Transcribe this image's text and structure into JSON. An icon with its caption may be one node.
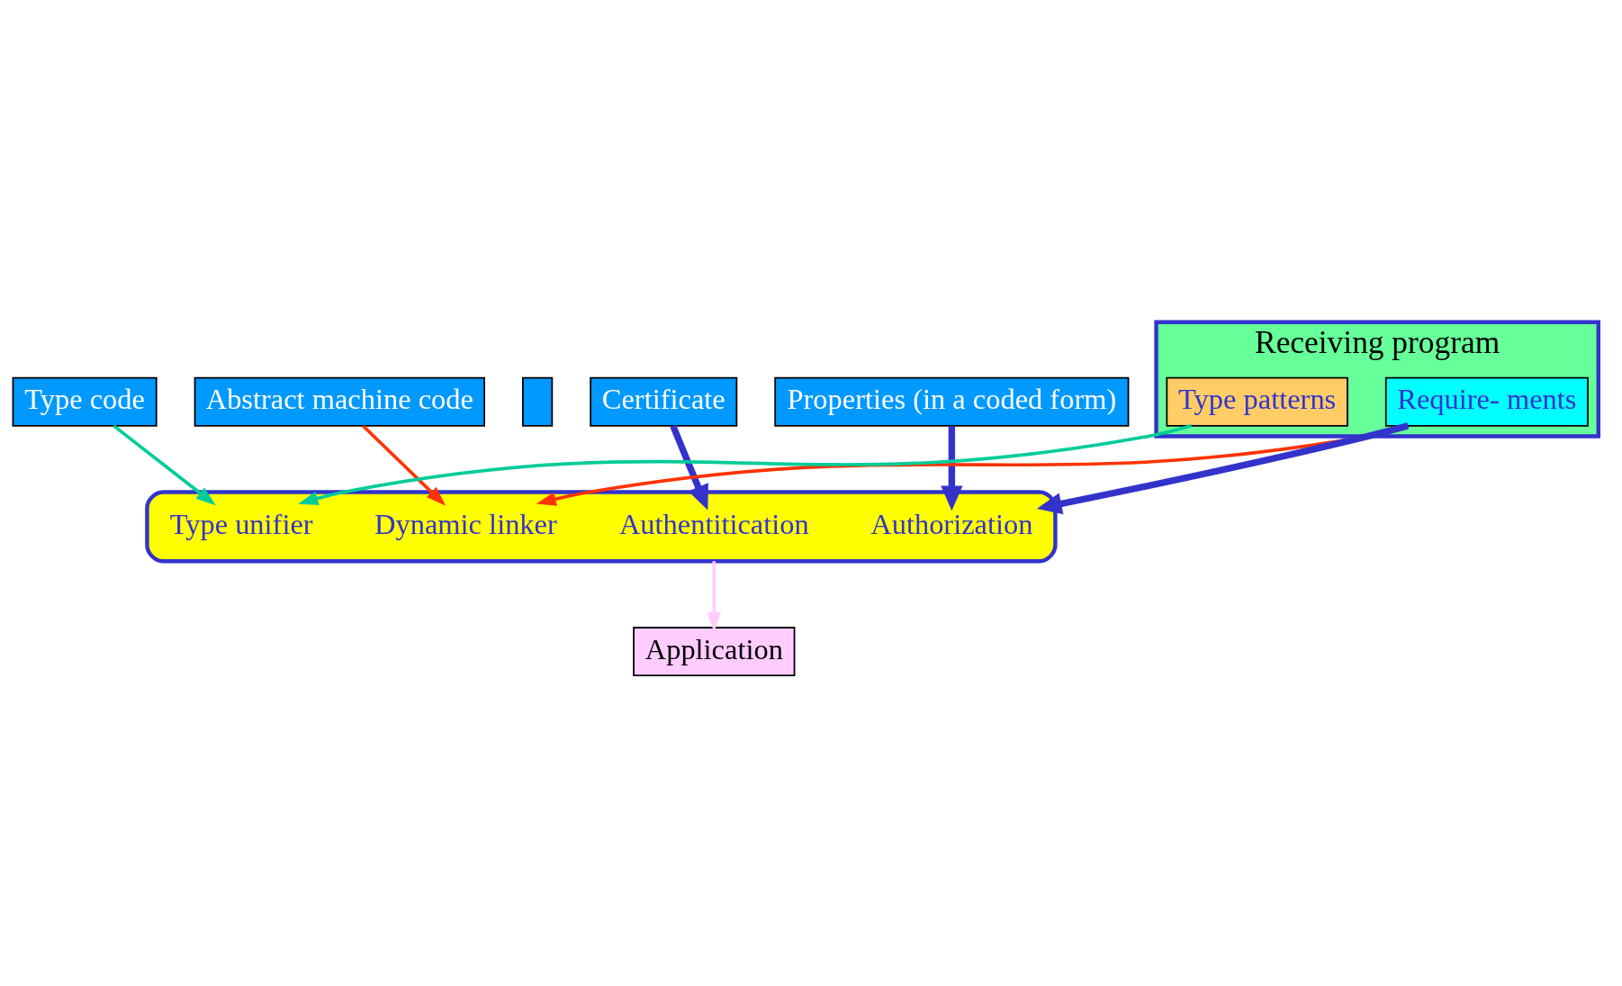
{
  "diagram": {
    "nodes": [
      {
        "text": [
          "Type code"
        ]
      },
      {
        "text": [
          "Abstract machine code"
        ]
      },
      {
        "text": [],
        "shape": "box"
      },
      {
        "text": [
          "Certificate"
        ]
      },
      {
        "text": [
          "Properties (in a coded form)"
        ]
      },
      {
        "text": [
          "Receiving program"
        ]
      },
      {
        "text": [
          "Require- ments"
        ],
        "in": 5
      },
      {
        "text": [
          "Type patterns"
        ],
        "in": 5
      },
      {
        "text": [],
        "shape": "ellipse"
      },
      {
        "text": [
          "Authentitication"
        ],
        "in": 8
      },
      {
        "text": [
          "Dynamic linker"
        ],
        "in": 8
      },
      {
        "text": [
          "Authorization"
        ],
        "in": 8
      },
      {
        "text": [
          "Type unifier"
        ],
        "in": 8
      },
      {
        "text": [
          "Application"
        ]
      }
    ],
    "edges": [
      {
        "from": 0,
        "to": 12,
        "arrow": "to",
        "color": "#00cc99"
      },
      {
        "from": 1,
        "to": 10,
        "arrow": "to",
        "color": "#ff3300"
      },
      {
        "from": 3,
        "to": 9,
        "arrow": "to",
        "style": "thick"
      },
      {
        "from": 4,
        "to": 11,
        "arrow": "to",
        "style": "thick"
      },
      {
        "from": 5,
        "to": 10,
        "arrow": "to",
        "color": "#ff3300"
      },
      {
        "from": 6,
        "to": 11,
        "arrow": "to",
        "style": "thick"
      },
      {
        "from": 7,
        "to": 12,
        "arrow": "to",
        "color": "#00cc99"
      },
      {
        "from": 8,
        "to": 13,
        "arrow": "to",
        "color": "#ffccff"
      }
    ]
  }
}
